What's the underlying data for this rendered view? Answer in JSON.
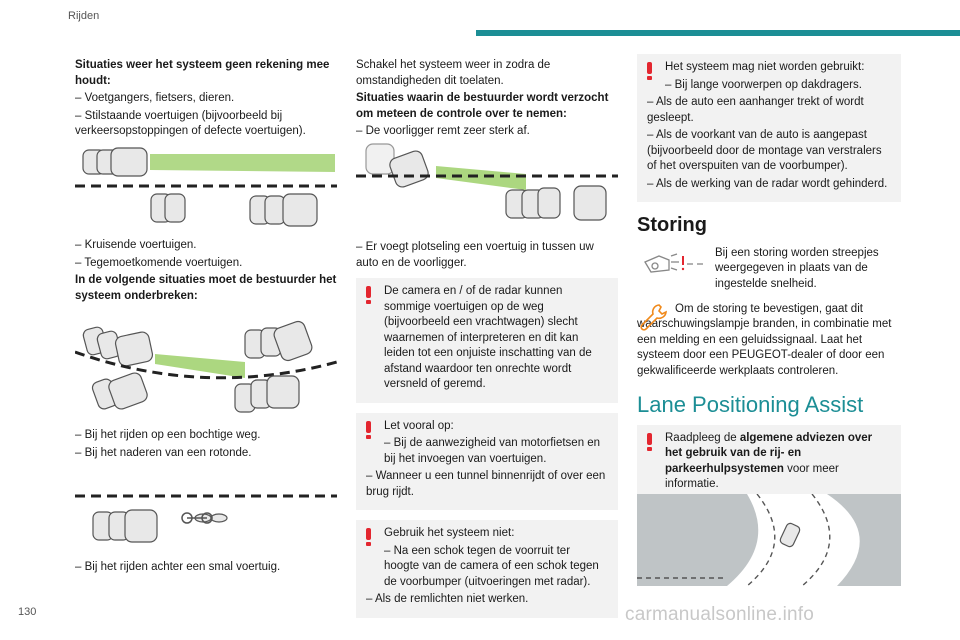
{
  "header": {
    "section": "Rijden",
    "accent_color": "#1c8e95"
  },
  "page_number": "130",
  "watermark": "carmanualsonline.info",
  "col1": {
    "p1_title": "Situaties weer het systeem geen rekening mee houdt:",
    "p1_l1": "– Voetgangers, fietsers, dieren.",
    "p1_l2": "– Stilstaande voertuigen (bijvoorbeeld bij verkeersopstoppingen of defecte voertuigen).",
    "p2_l1": "– Kruisende voertuigen.",
    "p2_l2": "– Tegemoetkomende voertuigen.",
    "p2_title": "In de volgende situaties moet de bestuurder het systeem onderbreken:",
    "p3_l1": "– Bij het rijden op een bochtige weg.",
    "p3_l2": "– Bij het naderen van een rotonde.",
    "p4_l1": "– Bij het rijden achter een smal voertuig."
  },
  "col2": {
    "p1_text": "Schakel het systeem weer in zodra de omstandigheden dit toelaten.",
    "p1_title": "Situaties waarin de bestuurder wordt verzocht om meteen de controle over te nemen:",
    "p1_l1": "– De voorligger remt zeer sterk af.",
    "p2_l1": "– Er voegt plotseling een voertuig in tussen uw auto en de voorligger.",
    "note1": "De camera en / of de radar kunnen sommige voertuigen op de weg (bijvoorbeeld een vrachtwagen) slecht waarnemen of interpreteren en dit kan leiden tot een onjuiste inschatting van de afstand waardoor ten onrechte wordt versneld of geremd.",
    "note2_title": "Let vooral op:",
    "note2_l1": "– Bij de aanwezigheid van motorfietsen en bij het invoegen van voertuigen.",
    "note2_l2": "– Wanneer u een tunnel binnenrijdt of over een brug rijdt.",
    "note3_title": "Gebruik het systeem niet:",
    "note3_l1": "– Na een schok tegen de voorruit ter hoogte van de camera of een schok tegen de voorbumper (uitvoeringen met radar).",
    "note3_l2": "– Als de remlichten niet werken."
  },
  "col3": {
    "note1_title": "Het systeem mag niet worden gebruikt:",
    "note1_l1": "– Bij lange voorwerpen op dakdragers.",
    "note1_l2": "– Als de auto een aanhanger trekt of wordt gesleept.",
    "note1_l3": "– Als de voorkant van de auto is aangepast (bijvoorbeeld door de montage van verstralers of het overspuiten van de voorbumper).",
    "note1_l4": "– Als de werking van de radar wordt gehinderd.",
    "storing_heading": "Storing",
    "storing_p1": "Bij een storing worden streepjes weergegeven in plaats van de ingestelde snelheid.",
    "storing_p2": "Om de storing te bevestigen, gaat dit waarschuwingslampje branden, in combinatie met een melding en een geluidssignaal. Laat het systeem door een PEUGEOT-dealer of door een gekwalificeerde werkplaats controleren.",
    "lane_heading": "Lane Positioning Assist",
    "lane_note_pre": "Raadpleeg de ",
    "lane_note_bold": "algemene adviezen over het gebruik van de rij- en parkeerhulpsystemen",
    "lane_note_post": " voor meer informatie."
  }
}
